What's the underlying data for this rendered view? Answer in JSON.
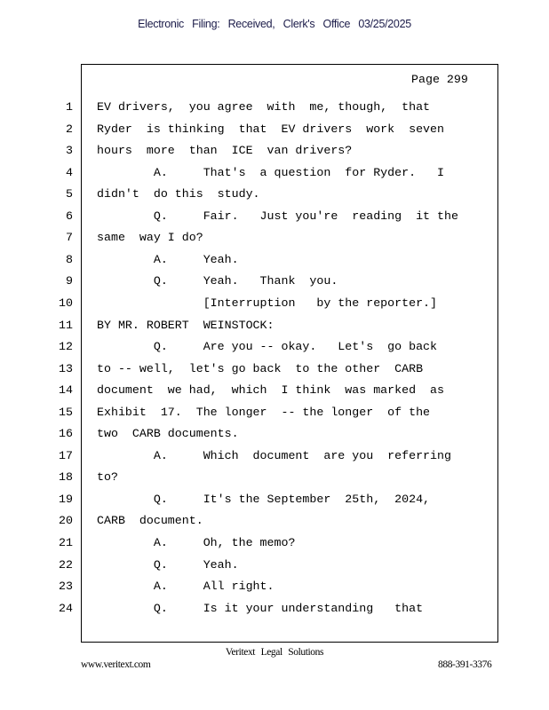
{
  "header": {
    "filing_stamp": "Electronic  Filing:  Received,  Clerk's  Office  03/25/2025"
  },
  "page_label": "Page 299",
  "lines": [
    {
      "num": "1",
      "text": "EV drivers,  you agree  with  me, though,  that"
    },
    {
      "num": "2",
      "text": "Ryder  is thinking  that  EV drivers  work  seven"
    },
    {
      "num": "3",
      "text": "hours  more  than  ICE  van drivers?"
    },
    {
      "num": "4",
      "text": "        A.     That's  a question  for Ryder.   I"
    },
    {
      "num": "5",
      "text": "didn't  do this  study."
    },
    {
      "num": "6",
      "text": "        Q.     Fair.   Just you're  reading  it the"
    },
    {
      "num": "7",
      "text": "same  way I do?"
    },
    {
      "num": "8",
      "text": "        A.     Yeah."
    },
    {
      "num": "9",
      "text": "        Q.     Yeah.   Thank  you."
    },
    {
      "num": "10",
      "text": "               [Interruption   by the reporter.]"
    },
    {
      "num": "11",
      "text": "BY MR. ROBERT  WEINSTOCK:"
    },
    {
      "num": "12",
      "text": "        Q.     Are you -- okay.   Let's  go back"
    },
    {
      "num": "13",
      "text": "to -- well,  let's go back  to the other  CARB"
    },
    {
      "num": "14",
      "text": "document  we had,  which  I think  was marked  as"
    },
    {
      "num": "15",
      "text": "Exhibit  17.  The longer  -- the longer  of the"
    },
    {
      "num": "16",
      "text": "two  CARB documents."
    },
    {
      "num": "17",
      "text": "        A.     Which  document  are you  referring"
    },
    {
      "num": "18",
      "text": "to?"
    },
    {
      "num": "19",
      "text": "        Q.     It's the September  25th,  2024,"
    },
    {
      "num": "20",
      "text": "CARB  document."
    },
    {
      "num": "21",
      "text": "        A.     Oh, the memo?"
    },
    {
      "num": "22",
      "text": "        Q.     Yeah."
    },
    {
      "num": "23",
      "text": "        A.     All right."
    },
    {
      "num": "24",
      "text": "        Q.     Is it your understanding   that"
    }
  ],
  "footer": {
    "company": "Veritext  Legal  Solutions",
    "website": "www.veritext.com",
    "phone": "888-391-3376"
  }
}
